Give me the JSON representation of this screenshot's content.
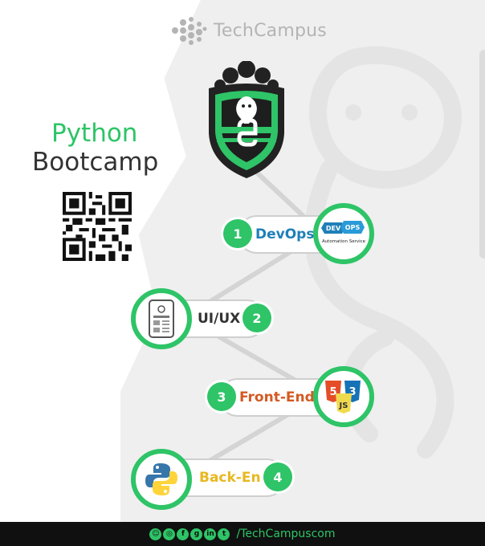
{
  "brand": {
    "name": "TechCampus"
  },
  "title": {
    "line1": "Python",
    "line2": "Bootcamp"
  },
  "steps": [
    {
      "number": "1",
      "label": "DevOps",
      "color": "#1f7fb8",
      "icon": "devops-logo-icon",
      "icon_text_1": "DEV",
      "icon_text_2": "OPS",
      "icon_caption": "Automation Service"
    },
    {
      "number": "2",
      "label": "UI/UX",
      "color": "#333333",
      "icon": "mobile-wireframe-icon"
    },
    {
      "number": "3",
      "label": "Front-End",
      "color": "#d45a24",
      "icon": "html-css-js-icon",
      "icon_text_1": "5",
      "icon_text_2": "3",
      "icon_text_3": "JS"
    },
    {
      "number": "4",
      "label": "Back-End",
      "color": "#e8b820",
      "icon": "python-logo-icon"
    }
  ],
  "footer": {
    "handle": "/TechCampuscom",
    "socials": [
      "snapchat-icon",
      "instagram-icon",
      "facebook-icon",
      "googleplus-icon",
      "linkedin-icon",
      "twitter-icon"
    ]
  },
  "colors": {
    "accent": "#2ec467",
    "dark": "#101010"
  }
}
